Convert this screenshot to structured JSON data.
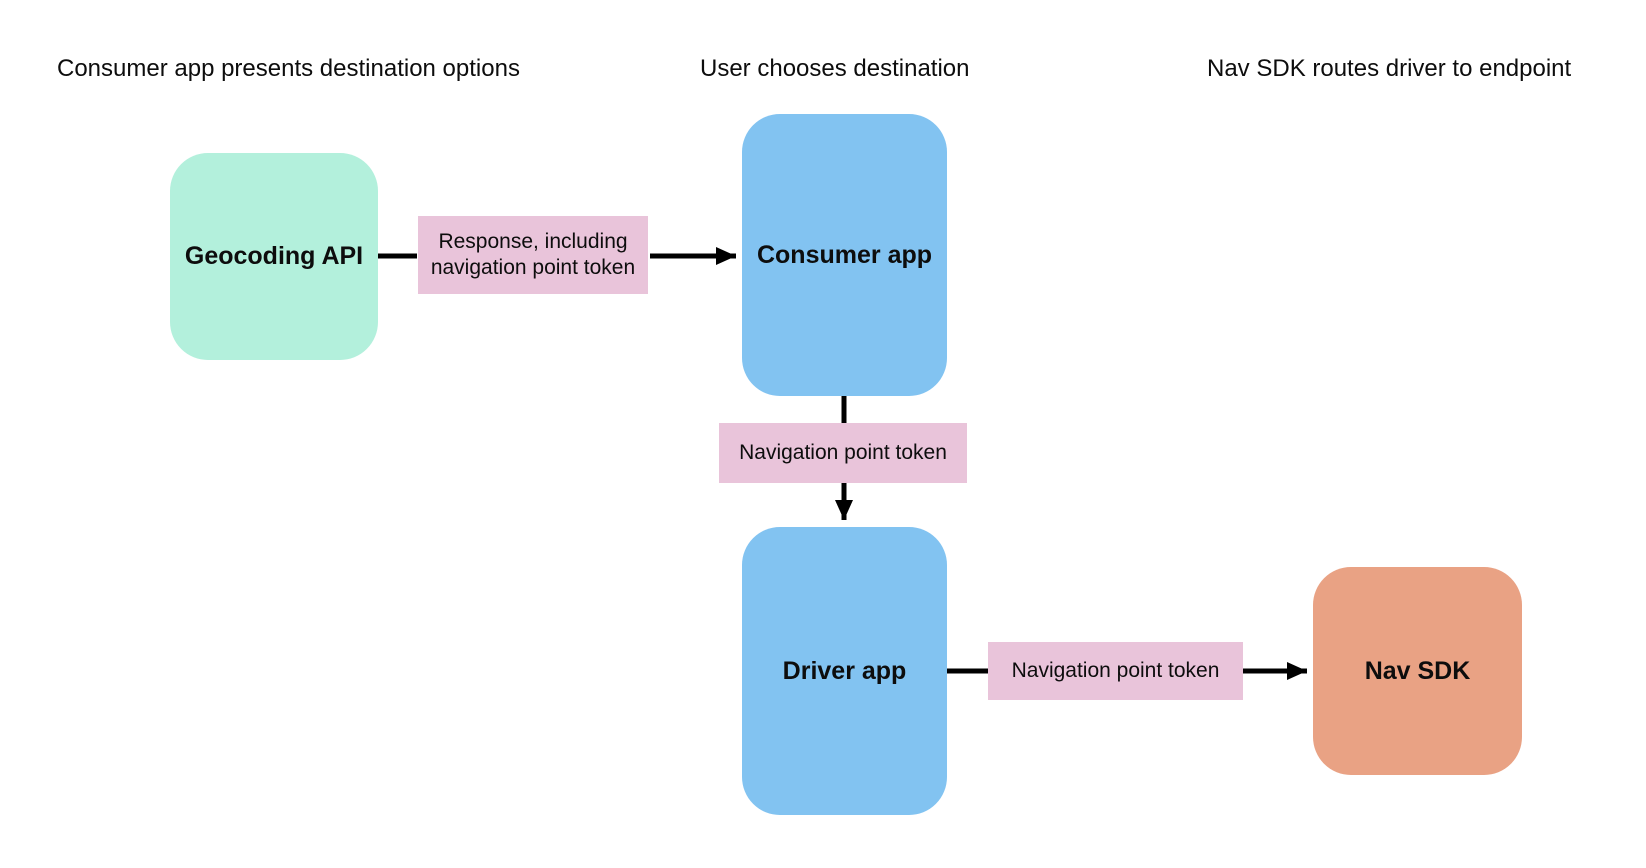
{
  "page": {
    "background": "#ffffff"
  },
  "diagram": {
    "type": "flowchart",
    "phases": [
      {
        "label": "Consumer app presents destination options"
      },
      {
        "label": "User chooses destination"
      },
      {
        "label": "Nav SDK routes driver to endpoint"
      }
    ],
    "nodes": [
      {
        "label": "Geocoding API",
        "color": "#b3f0dc"
      },
      {
        "label": "Consumer app",
        "color": "#82c3f1"
      },
      {
        "label": "Driver app",
        "color": "#82c3f1"
      },
      {
        "label": "Nav SDK",
        "color": "#e9a284"
      }
    ],
    "edges": [
      {
        "from": "Geocoding API",
        "to": "Consumer app",
        "label": "Response, including navigation point token",
        "label_bg": "#e9c4da",
        "direction": "right"
      },
      {
        "from": "Consumer app",
        "to": "Driver app",
        "label": "Navigation point token",
        "label_bg": "#e9c4da",
        "direction": "down"
      },
      {
        "from": "Driver app",
        "to": "Nav SDK",
        "label": "Navigation point token",
        "label_bg": "#e9c4da",
        "direction": "right"
      }
    ],
    "arrow_color": "#000000",
    "text_color": "#0d0d0d"
  }
}
